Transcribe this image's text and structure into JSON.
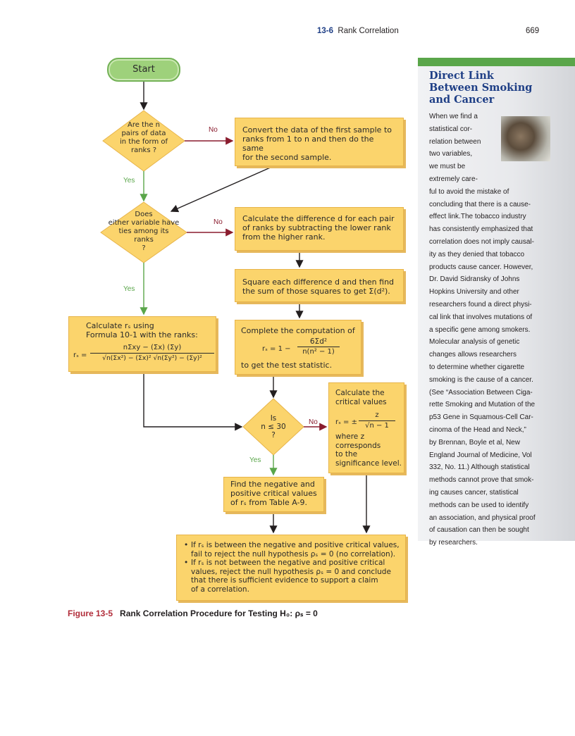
{
  "header": {
    "section_number": "13-6",
    "section_title": "Rank Correlation",
    "page_number": "669"
  },
  "flowchart": {
    "start": "Start",
    "decision1": {
      "line1": "Are the n",
      "line2": "pairs of data",
      "line3": "in the form of",
      "line4": "ranks ?"
    },
    "process_convert": {
      "line1": "Convert the data of the first sample to",
      "line2": "ranks from 1 to n and then do the same",
      "line3": "for the second sample."
    },
    "decision2": {
      "line1": "Does",
      "line2": "either variable have",
      "line3": "ties among its",
      "line4": "ranks",
      "line5": "?"
    },
    "process_difference": {
      "line1": "Calculate the difference d for each pair",
      "line2": "of ranks by subtracting the lower rank",
      "line3": "from the higher rank."
    },
    "process_square": {
      "line1": "Square each difference d and then find",
      "line2": "the sum of those squares to get Σ(d²)."
    },
    "process_formula_10_1": {
      "line1": "Calculate rₛ using",
      "line2": "Formula 10-1 with the ranks:",
      "lhs": "rₛ =",
      "numerator": "nΣxy − (Σx) (Σy)",
      "denominator": "√n(Σx²) − (Σx)² √n(Σy²) − (Σy)²"
    },
    "process_complete": {
      "line1": "Complete the computation of",
      "lhs": "rₛ = 1 −",
      "numerator": "6Σd²",
      "denominator": "n(n² − 1)",
      "line2": "to get the test statistic."
    },
    "decision3": {
      "line1": "Is",
      "line2": "n ≤ 30",
      "line3": "?"
    },
    "process_critical": {
      "line1": "Calculate the",
      "line2": "critical values",
      "lhs": "rₛ = ±",
      "numerator": "z",
      "denominator": "√n − 1",
      "line3": "where z",
      "line4": "corresponds",
      "line5": "to the",
      "line6": "significance level."
    },
    "process_table": {
      "line1": "Find the negative and",
      "line2": "positive critical values",
      "line3": "of rₛ from Table A-9."
    },
    "conclusion": {
      "b1_l1": "If rₛ is between the negative and positive critical values,",
      "b1_l2": "fail to reject the null hypothesis ρₛ = 0 (no correlation).",
      "b2_l1": "If rₛ is not between the negative and positive critical",
      "b2_l2": "values, reject the null hypothesis ρₛ = 0 and conclude",
      "b2_l3": "that there is sufficient evidence to support a claim",
      "b2_l4": "of a correlation."
    },
    "labels": {
      "yes": "Yes",
      "no": "No"
    }
  },
  "sidebar": {
    "title_l1": "Direct Link",
    "title_l2": "Between Smoking",
    "title_l3": "and Cancer",
    "lines": [
      "When we find a",
      "statistical cor-",
      "relation between",
      "two variables,",
      "we must be",
      "extremely care-",
      "ful to avoid the mistake of",
      "concluding that there is a cause-",
      "effect link.The tobacco industry",
      "has consistently emphasized that",
      "correlation does not imply causal-",
      "ity as they denied that tobacco",
      "products cause cancer. However,",
      "Dr. David Sidransky of Johns",
      "Hopkins University and other",
      "researchers found a direct physi-",
      "cal link that involves mutations of",
      "a specific gene among smokers.",
      "Molecular analysis of genetic",
      "changes allows researchers",
      "to determine whether cigarette",
      "smoking is the cause of a cancer.",
      "(See “Association Between Ciga-",
      "rette Smoking and Mutation of the",
      "p53 Gene in Squamous-Cell Car-",
      "cinoma of the Head and Neck,”",
      "by Brennan, Boyle et al, New",
      "England Journal of Medicine, Vol",
      "332, No. 11.) Although statistical",
      "methods cannot prove that smok-",
      "ing causes cancer, statistical",
      "methods can be used to identify",
      "an association, and physical proof",
      "of causation can then be sought",
      "by researchers."
    ]
  },
  "caption": {
    "figure_label": "Figure 13-5",
    "text": "Rank Correlation Procedure for Testing H₀: ρₛ = 0"
  },
  "colors": {
    "box_fill": "#fbd46c",
    "start_fill": "#9ed17b",
    "yes_color": "#5aa64a",
    "no_color": "#8a1c2e",
    "heading_blue": "#1f3f86",
    "figure_red": "#b12d3a"
  }
}
